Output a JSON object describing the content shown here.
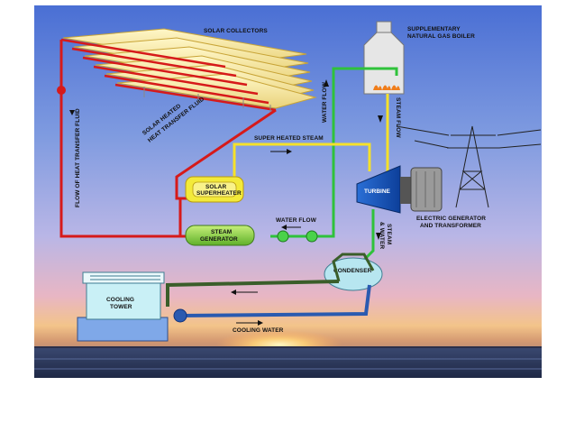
{
  "diagram": {
    "solar_collectors": "SOLAR COLLECTORS",
    "supplementary_boiler_line1": "SUPPLEMENTARY",
    "supplementary_boiler_line2": "NATURAL GAS BOILER",
    "solar_heated_fluid_line1": "SOLAR HEATED",
    "solar_heated_fluid_line2": "HEAT TRANSFER FLUID",
    "flow_of_heat_transfer_fluid": "FLOW OF HEAT TRANSFER FLUID",
    "water_flow_vertical": "WATER FLOW",
    "steam_flow": "STEAM FLOW",
    "super_heated_steam": "SUPER HEATED STEAM",
    "solar_superheater_line1": "SOLAR",
    "solar_superheater_line2": "SUPERHEATER",
    "turbine": "TURBINE",
    "electric_generator_line1": "ELECTRIC GENERATOR",
    "electric_generator_line2": "AND TRANSFORMER",
    "steam_generator_line1": "STEAM",
    "steam_generator_line2": "GENERATOR",
    "water_flow": "WATER FLOW",
    "steam_and_water_line1": "STEAM",
    "steam_and_water_line2": "& WATER",
    "condenser": "CONDENSER",
    "cooling_tower_line1": "COOLING",
    "cooling_tower_line2": "TOWER",
    "cooling_water": "COOLING WATER"
  }
}
